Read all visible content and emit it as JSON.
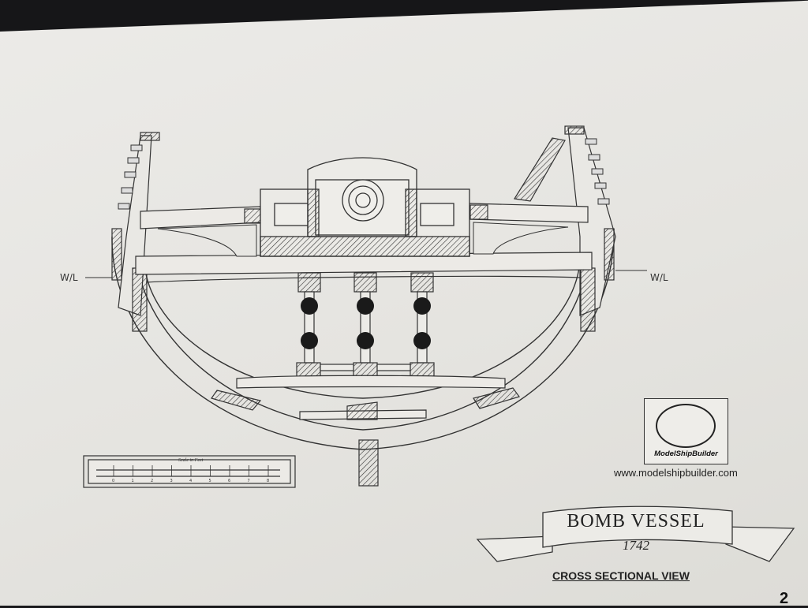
{
  "drawing": {
    "waterline_left": "W/L",
    "waterline_right": "W/L",
    "scale_label": "Scale in Feet",
    "scale_ticks": [
      "0",
      "1",
      "2",
      "3",
      "4",
      "5",
      "6",
      "7",
      "8"
    ]
  },
  "logo": {
    "name": "ModelShipBuilder",
    "url": "www.modelshipbuilder.com"
  },
  "title_banner": {
    "title": "BOMB VESSEL",
    "year": "1742"
  },
  "view_label": "CROSS SECTIONAL VIEW",
  "page_number": "2",
  "colors": {
    "paper": "#e8e7e3",
    "ink": "#222222"
  }
}
